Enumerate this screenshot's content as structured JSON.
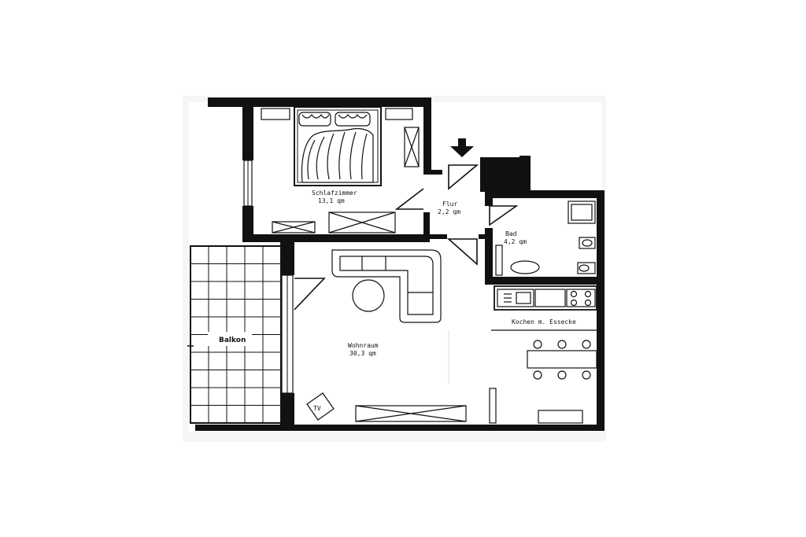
{
  "rooms": {
    "schlafzimmer": {
      "name": "Schlafzimmer",
      "area": "13,1 qm"
    },
    "flur": {
      "name": "Flur",
      "area": "2,2 qm"
    },
    "bad": {
      "name": "Bad",
      "area": "4,2 qm"
    },
    "kueche": {
      "name": "Kochen m. Essecke"
    },
    "wohnraum": {
      "name": "Wohnraum",
      "area": "30,3 qm"
    },
    "balkon": {
      "name": "Balkon"
    }
  },
  "furniture": {
    "tv": "TV"
  },
  "colors": {
    "ink": "#111111",
    "paper": "#ffffff",
    "shade": "#f2f2f2"
  }
}
